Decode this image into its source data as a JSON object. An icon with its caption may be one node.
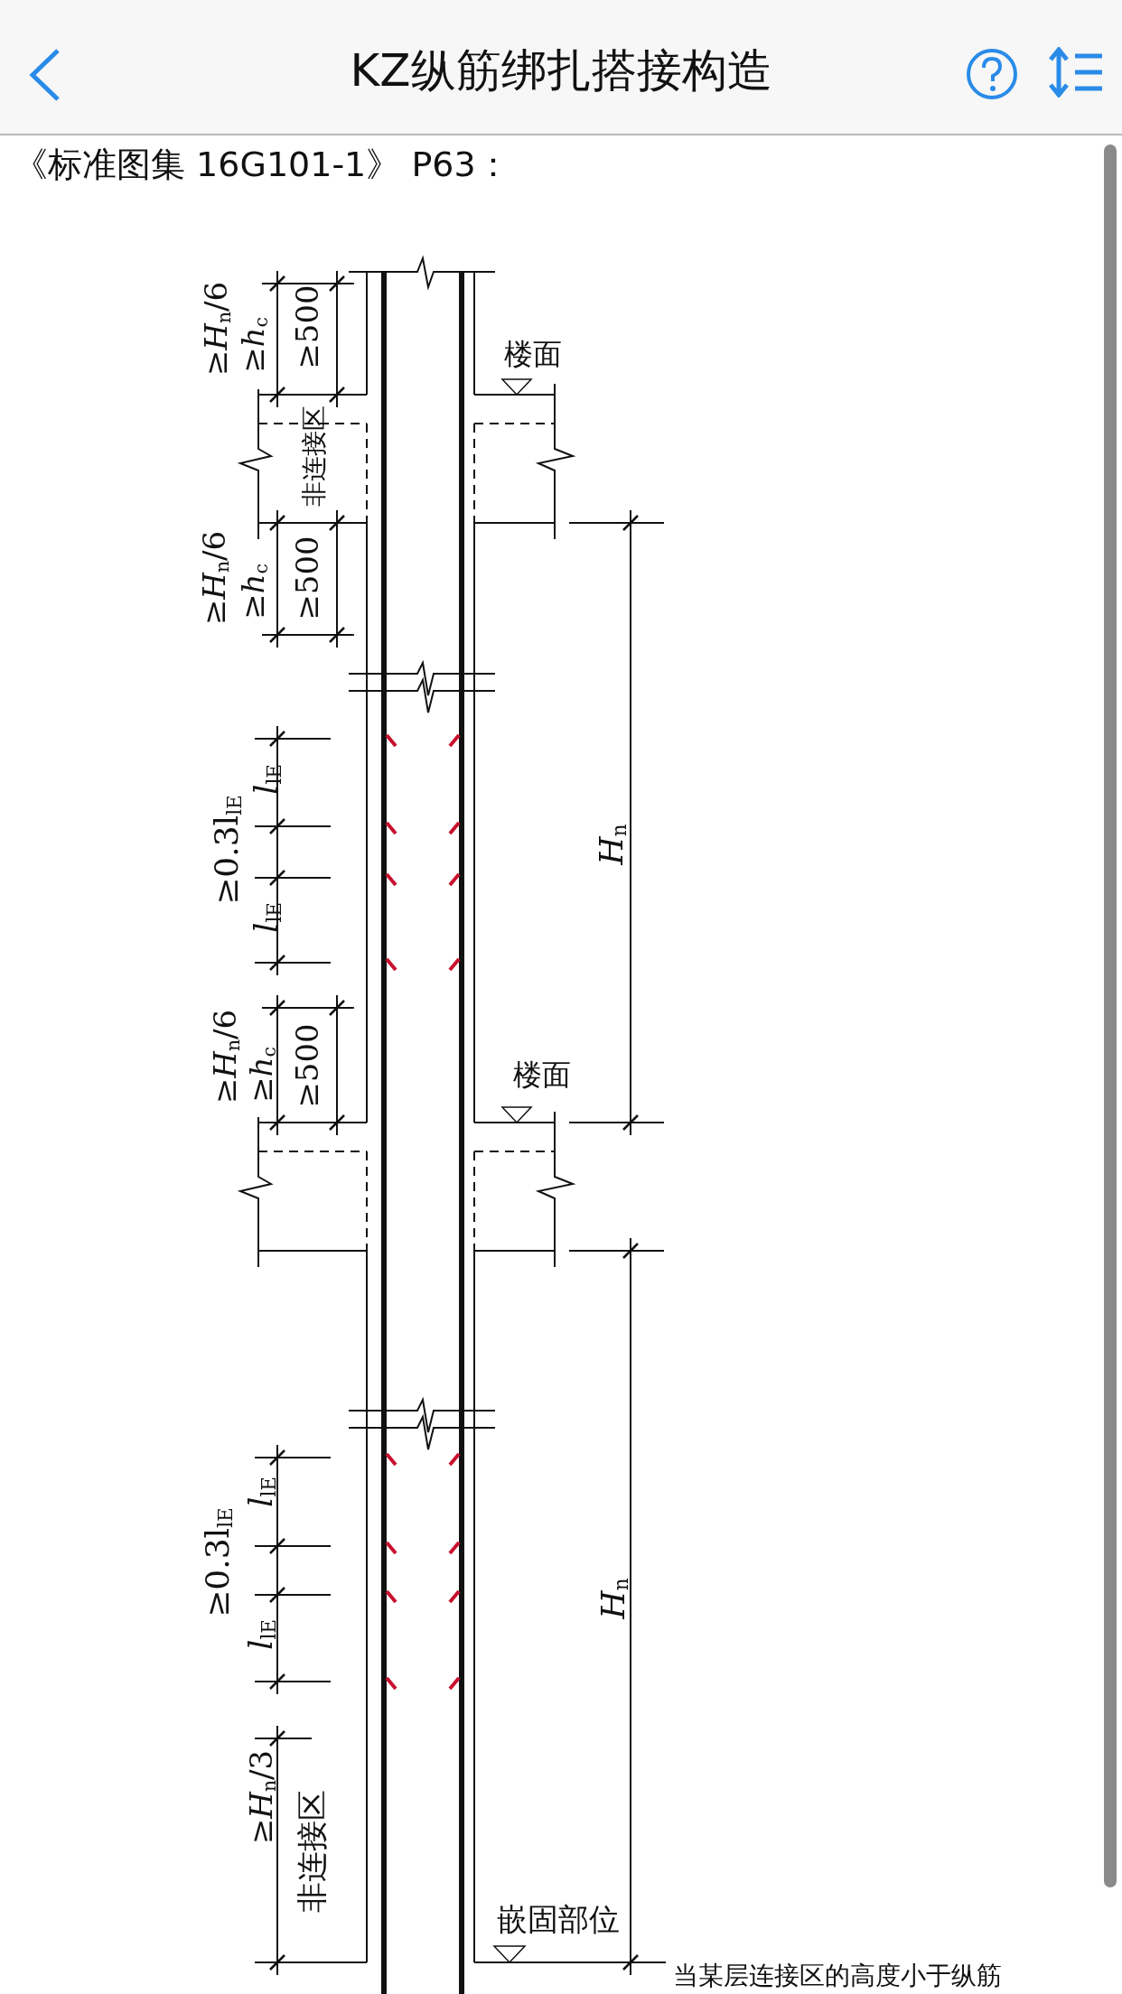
{
  "diagram": {
    "title": "KZ纵筋绑扎搭接构造",
    "labels": [
      "《标准图集 16G101-1》 P63：",
      "≥*H*$_{n}$/6",
      "≥*h*$_{c}$",
      "≥500",
      "楼面",
      "非连接区",
      "≥*H*$_{n}$/6",
      "≥*h*$_{c}$",
      "≥500",
      "*l*$_{lE}$",
      "*H*$_{n}$",
      "≥0.3l$_{lE}$",
      "*l*$_{lE}$",
      "≥*H*$_{n}$/6",
      "≥*h*$_{c}$",
      "≥500",
      "楼面",
      "*l*$_{lE}$",
      "≥0.3l$_{lE}$",
      "*l*$_{lE}$",
      "*H*$_{n}$",
      "≥*H*$_{n}$/3",
      "非连接区",
      "嵌固部位",
      "当某层连接区的高度小于纵筋"
    ]
  }
}
